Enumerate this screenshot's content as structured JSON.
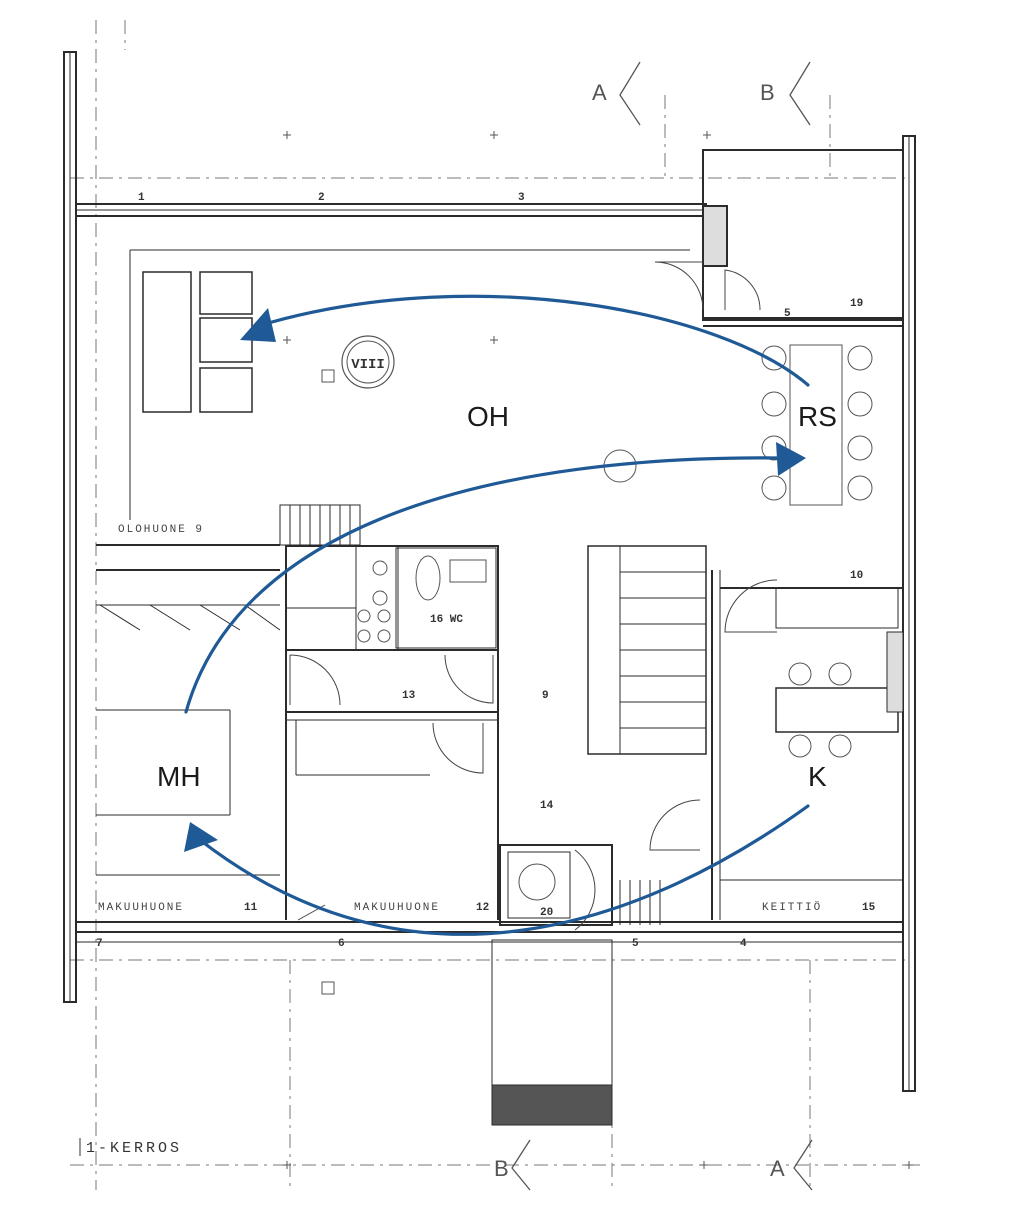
{
  "rooms": {
    "oh": "OH",
    "rs": "RS",
    "mh": "MH",
    "k": "K"
  },
  "sections": {
    "a_top": "A",
    "b_top": "B",
    "b_bottom": "B",
    "a_bottom": "A"
  },
  "floor_label": "1-KERROS",
  "room_tags": {
    "olohuone": "OLOHUONE 9",
    "makuuhuone_left": "MAKUUHUONE",
    "makuuhuone_mid": "MAKUUHUONE",
    "keittio": "KEITTIÖ",
    "wc": "16 WC"
  },
  "numbers": {
    "n1": "1",
    "n2": "2",
    "n3": "3",
    "n4": "4",
    "n5": "5",
    "n6": "6",
    "n7": "7",
    "n9": "9",
    "n10": "10",
    "n11": "11",
    "n12": "12",
    "n13": "13",
    "n14": "14",
    "n15": "15",
    "n19": "19",
    "n20": "20",
    "roman": "VIII"
  },
  "colors": {
    "arrow": "#1f5a96",
    "line": "#2b2b2b"
  }
}
